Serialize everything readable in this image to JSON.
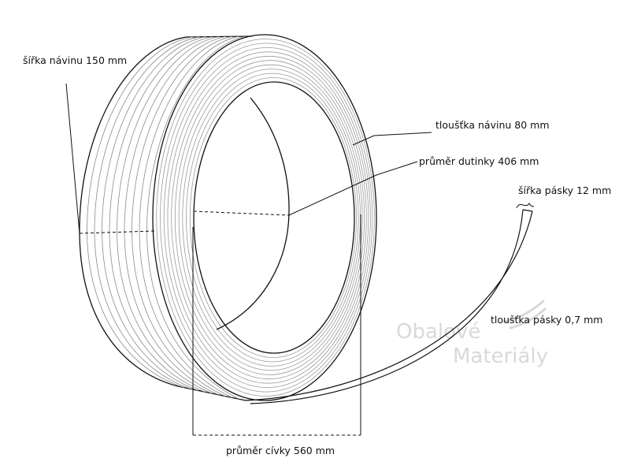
{
  "labels": {
    "winding_width": "šířka návinu 150 mm",
    "winding_thickness": "tloušťka návinu 80 mm",
    "core_diameter": "průměr dutinky 406 mm",
    "strap_width": "šířka pásky 12 mm",
    "strap_thickness": "tloušťka pásky 0,7 mm",
    "coil_diameter": "průměr cívky 560 mm"
  },
  "watermark": {
    "line1": "Obalové",
    "line2": "Materiály"
  },
  "colors": {
    "stroke": "#111111",
    "winding": "#8a8a8a",
    "watermark": "#d9d9d9"
  },
  "icons": {
    "watermark_logo": "checkmark-swoosh-icon"
  }
}
